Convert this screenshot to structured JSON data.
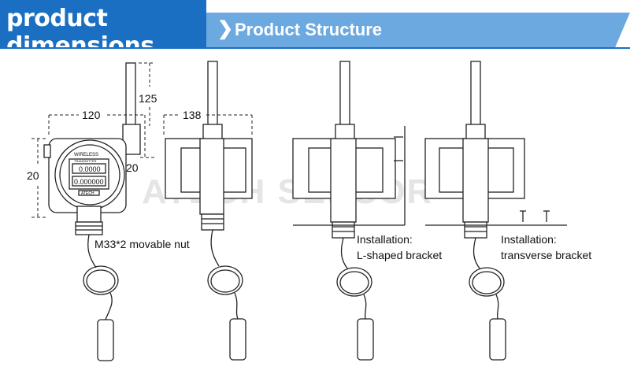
{
  "header": {
    "title": "product dimensions",
    "subtitle": "Product Structure",
    "chevron": "❯"
  },
  "dimensions": {
    "antenna_height": "125",
    "body_width": "120",
    "side_height": "20",
    "fitting_offset": "20",
    "bracket_width": "138"
  },
  "display": {
    "brand_line": "WIRELESS",
    "sub_line": "TRANSMITTER",
    "value_top": "0.0000",
    "value_bottom": "0.000000",
    "footer": "ATECH"
  },
  "labels": {
    "nut": "M33*2 movable nut",
    "install_l_1": "Installation:",
    "install_l_2": "L-shaped bracket",
    "install_t_1": "Installation:",
    "install_t_2": "transverse bracket"
  },
  "watermark": "ATECH SENSOR",
  "colors": {
    "header_dark": "#1a6fc2",
    "header_light": "#6ba9e0",
    "line": "#222222"
  }
}
